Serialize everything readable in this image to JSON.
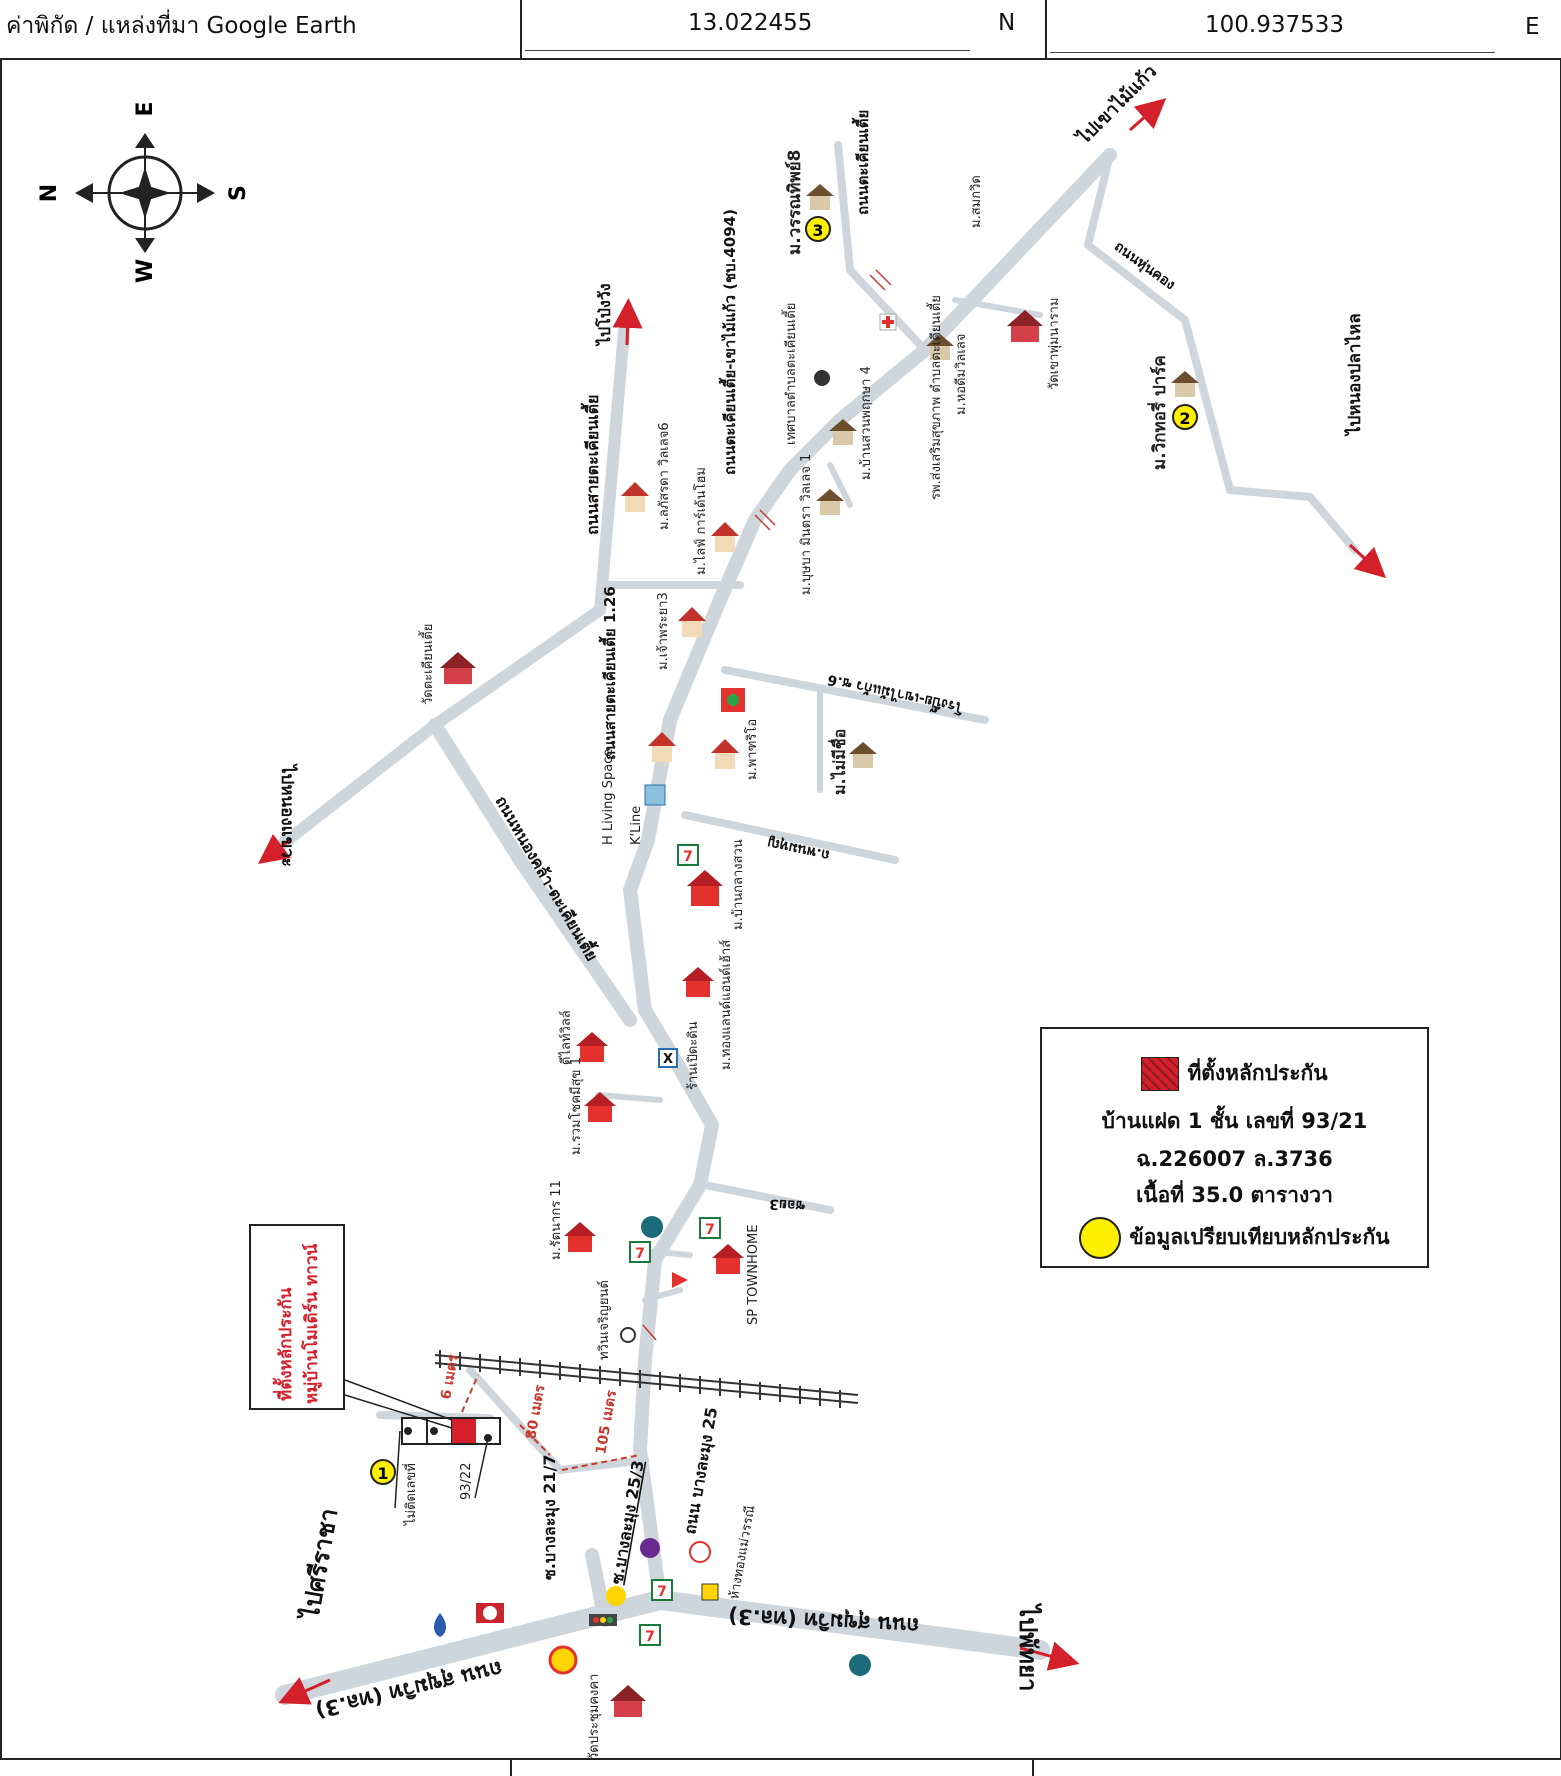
{
  "header": {
    "source_label": "ค่าพิกัด / แหล่งที่มา Google Earth",
    "latitude": "13.022455",
    "lat_dir": "N",
    "longitude": "100.937533",
    "lon_dir": "E"
  },
  "compass": {
    "n": "N",
    "e": "E",
    "s": "S",
    "w": "W"
  },
  "legend": {
    "title": "ที่ตั้งหลักประกัน",
    "line2": "บ้านแฝด 1 ชั้น เลขที่ 93/21",
    "line3": "ฉ.226007  ล.3736",
    "line4": "เนื้อที่ 35.0 ตารางวา",
    "line5": "ข้อมูลเปรียบเทียบหลักประกัน",
    "colors": {
      "collateral": "#d3202b",
      "comparable": "#ffef00"
    }
  },
  "callout": {
    "line1": "ที่ตั้งหลักประกัน",
    "line2": "หมู่บ้านโมเดิร์น ทาวน์"
  },
  "comparables": [
    {
      "num": "1",
      "label": "ไม่ติดเลขที่"
    },
    {
      "num": "2",
      "label": "ม.วิกทอรี่ ปาร์ค"
    },
    {
      "num": "3",
      "label": "ม.วรรณทิพย์8"
    }
  ],
  "plot_labels": {
    "right": "93/22"
  },
  "distances": {
    "d1": "6 เมตร",
    "d2": "80 เมตร",
    "d3": "105 เมตร"
  },
  "roads": {
    "sukhumvit_left": "ถนน สุขุมวิท (ทล.3)",
    "sukhumvit_right": "ถนน สุขุมวิท (ทล.3)",
    "bangphra_25": "ถนน บางละมุง 25",
    "soi_21_7": "ซ.บางละมุง 21/7",
    "soi_25_3": "ซ.บางละมุง 25/3",
    "soi_3": "ซอย3",
    "nongkhla": "ถนนหนองคล้า-ตะเคียนเตี้ย",
    "saitakhian": "ถนนสายตะเคียนเตี้ย",
    "saitakhian_126": "ถนนสายตะเคียนเตี้ย 1.26",
    "main_road": "ถนนตะเคียนเตี้ย-เขาไม้แก้ว (ชบ.4094)",
    "takhian_n": "ถนนตะเคียนเตี้ย",
    "phon_a": "ถ.พนมหุญ",
    "road_6": "โรงปิ๊ย-เขาไม้แก้ว ซ.6",
    "to_sriracha": "ไปศรีราชา",
    "to_pattaya": "ไปพัทยา",
    "to_khaomaikaeo": "ไปเขาไม้แก้ว",
    "to_nongplalai": "ไปหนองปลาไหล",
    "to_nongkhae": "ไปหนองแขวะ",
    "to_pongwang": "ไปโป่งวัง",
    "phon_b": "ถนนหุ่นคอง"
  },
  "places": {
    "wat_prachum": "วัดประชุมคงคา",
    "tonthong": "ห้างทองแม่วรรณี",
    "twin": "ทวินเจริญยนต์",
    "rattanakorn": "ม.รัตนากร 11",
    "sp_townhome": "SP TOWNHOME",
    "ruamchok": "ม.รวมโชคมีสุข 1",
    "dilight": "ดีไลท์วิลล์",
    "shop": "ร้านเปิดะดิน",
    "thonglan": "ม.ทองแลนด์แอนด์เฮ้าส์",
    "bansuan": "ม.บ้านกลางสวน",
    "hliving": "H Living Space",
    "kline": "K'Line",
    "phari": "ม.พาฑริโอ",
    "chaophraya": "ม.เจ้าพระยา3",
    "life_garden": "ม.ไลฟ์ การ์เด้นโฮม",
    "lasada": "ม.ลภัสรดา วิลเลจ6",
    "wat_takhian": "วัดตะเคียนเตี้ย",
    "maimueang": "ม.ไม่มีชื่อ",
    "bussaba": "ม.บุษบา มินตรา วิลเลจ 1",
    "bansuan4": "ม.บ้านสวนพฤกษา 4",
    "tessaban": "เทศบาลตำบลตะเคียนเตี้ย",
    "hospital": "รพ.ส่งเสริมสุขภาพ ตำบลตะเคียนเตี้ย",
    "hordee": "ม.หอดีมวิลเลจ",
    "wat_wo": "วัดเขาพุ่มนาราม",
    "somkit": "ม.สมกวิด"
  },
  "markers": {
    "seven_eleven": "7",
    "x_mark": "X"
  }
}
